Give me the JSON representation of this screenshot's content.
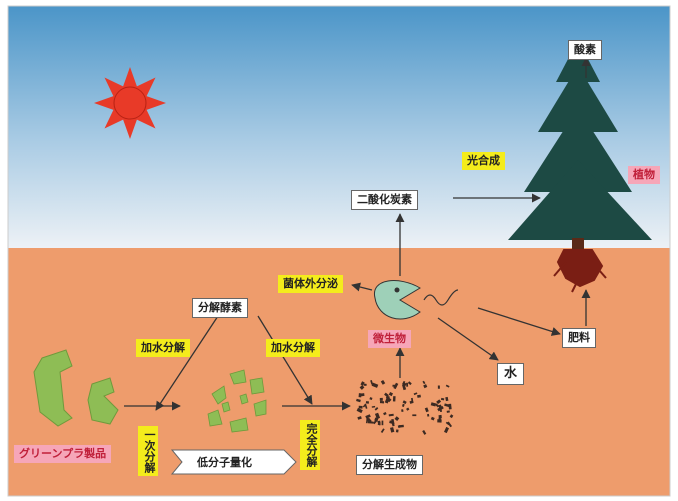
{
  "labels": {
    "oxygen": "酸素",
    "photosynthesis": "光合成",
    "co2": "二酸化炭素",
    "plant": "植物",
    "extracellular_secretion": "菌体外分泌",
    "decomposition_enzyme": "分解酵素",
    "hydrolysis_left": "加水分解",
    "hydrolysis_right": "加水分解",
    "microorganism": "微生物",
    "water": "水",
    "fertilizer": "肥料",
    "green_plastic_product": "グリーンプラ製品",
    "primary_decomposition": "一次分解",
    "molecular_weight_reduction": "低分子量化",
    "complete_decomposition": "完全分解",
    "decomposition_products": "分解生成物"
  },
  "colors": {
    "sky_top": "#4b95c8",
    "sky_bottom": "#eef2f6",
    "soil": "#ee9c6c",
    "sun": "#e83a28",
    "tree": "#1d4a44",
    "roots": "#7a1e14",
    "microbe": "#9ed0b8",
    "plastic": "#8ebd55"
  }
}
